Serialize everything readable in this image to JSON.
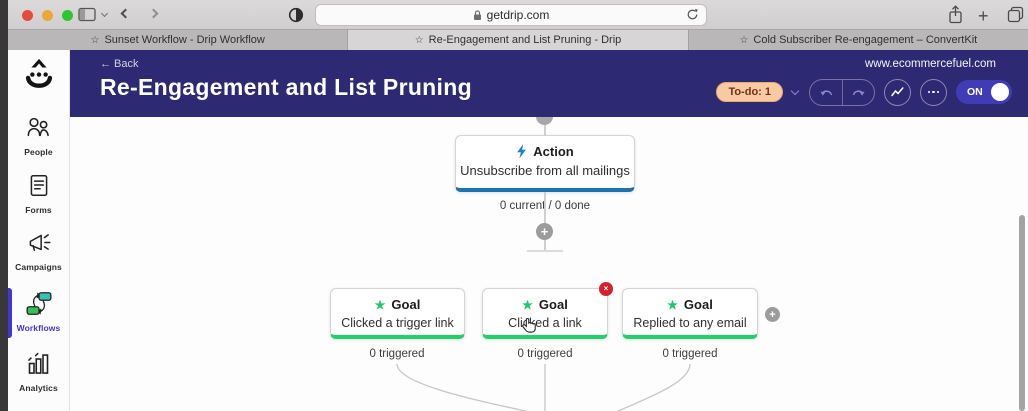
{
  "browser": {
    "url": "getdrip.com",
    "tabs": [
      {
        "label": "Sunset Workflow - Drip Workflow"
      },
      {
        "label": "Re-Engagement and List Pruning - Drip"
      },
      {
        "label": "Cold Subscriber Re-engagement – ConvertKit"
      }
    ],
    "tab_star": "☆"
  },
  "sidebar": {
    "items": [
      {
        "label": "People"
      },
      {
        "label": "Forms"
      },
      {
        "label": "Campaigns"
      },
      {
        "label": "Workflows"
      },
      {
        "label": "Analytics"
      }
    ]
  },
  "header": {
    "back_label": "← Back",
    "title": "Re-Engagement and List Pruning",
    "account_url": "www.ecommercefuel.com",
    "todo_label": "To-do: 1",
    "toggle_label": "ON"
  },
  "workflow": {
    "action": {
      "type_label": "Action",
      "description": "Unsubscribe from all mailings",
      "status": "0 current / 0 done"
    },
    "goals": [
      {
        "type_label": "Goal",
        "description": "Clicked a trigger link",
        "status": "0 triggered"
      },
      {
        "type_label": "Goal",
        "description": "Clicked a link",
        "status": "0 triggered"
      },
      {
        "type_label": "Goal",
        "description": "Replied to any email",
        "status": "0 triggered"
      }
    ],
    "goal_star": "★",
    "add_label": "+",
    "badge_close": "×"
  },
  "colors": {
    "header_purple": "#2e2973",
    "drip_accent": "#4534d6",
    "action_blue": "#1d73ad",
    "goal_green": "#1fd36a",
    "todo_pill_bg": "#f8caa4",
    "todo_pill_text": "#74301c",
    "toggle_on_bg": "#413cb5",
    "badge_red": "#d5202e"
  }
}
